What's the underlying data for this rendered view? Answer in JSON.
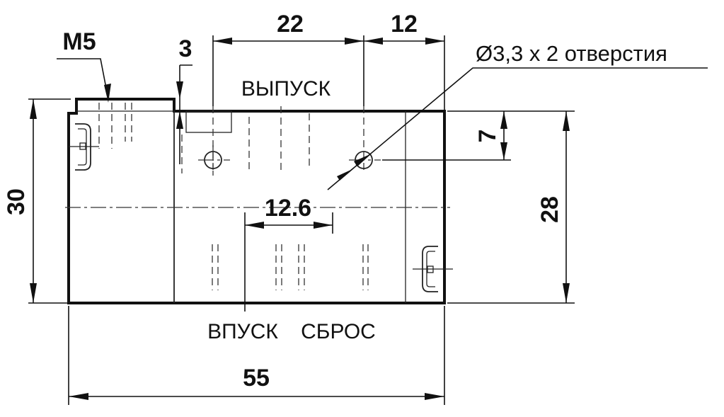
{
  "labels": {
    "port_top": "ВЫПУСК",
    "port_inlet": "ВПУСК",
    "port_exhaust": "СБРОС",
    "hole_note": "Ø3,3 x 2 отверстия",
    "thread": "M5"
  },
  "dimensions": {
    "overall_length": "55",
    "overall_height": "30",
    "mount_height": "28",
    "step": "3",
    "hole_spacing": "22",
    "hole_edge": "12",
    "hole_offset": "7",
    "port_spacing": "12.6"
  },
  "colors": {
    "line": "#111111",
    "background": "#ffffff"
  }
}
